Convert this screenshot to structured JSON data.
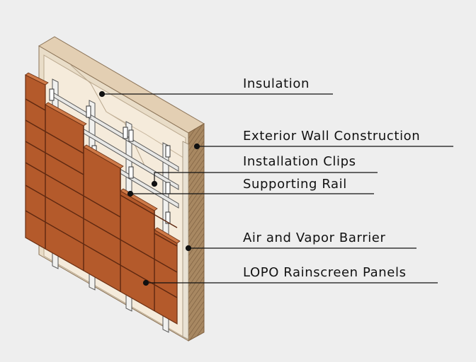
{
  "labels": {
    "insulation": "Insulation",
    "exterior_wall": "Exterior Wall Construction",
    "installation_clips": "Installation Clips",
    "supporting_rail": "Supporting Rail",
    "air_vapor_barrier": "Air and Vapor Barrier",
    "rainscreen_panels": "LOPO Rainscreen Panels"
  },
  "colors": {
    "background": "#eeeeee",
    "panel": "#b55a2b",
    "insulation": "#f3e8d6",
    "wall_top": "#e2cfb2",
    "wall_side": "#a4825e",
    "line": "#111111"
  }
}
